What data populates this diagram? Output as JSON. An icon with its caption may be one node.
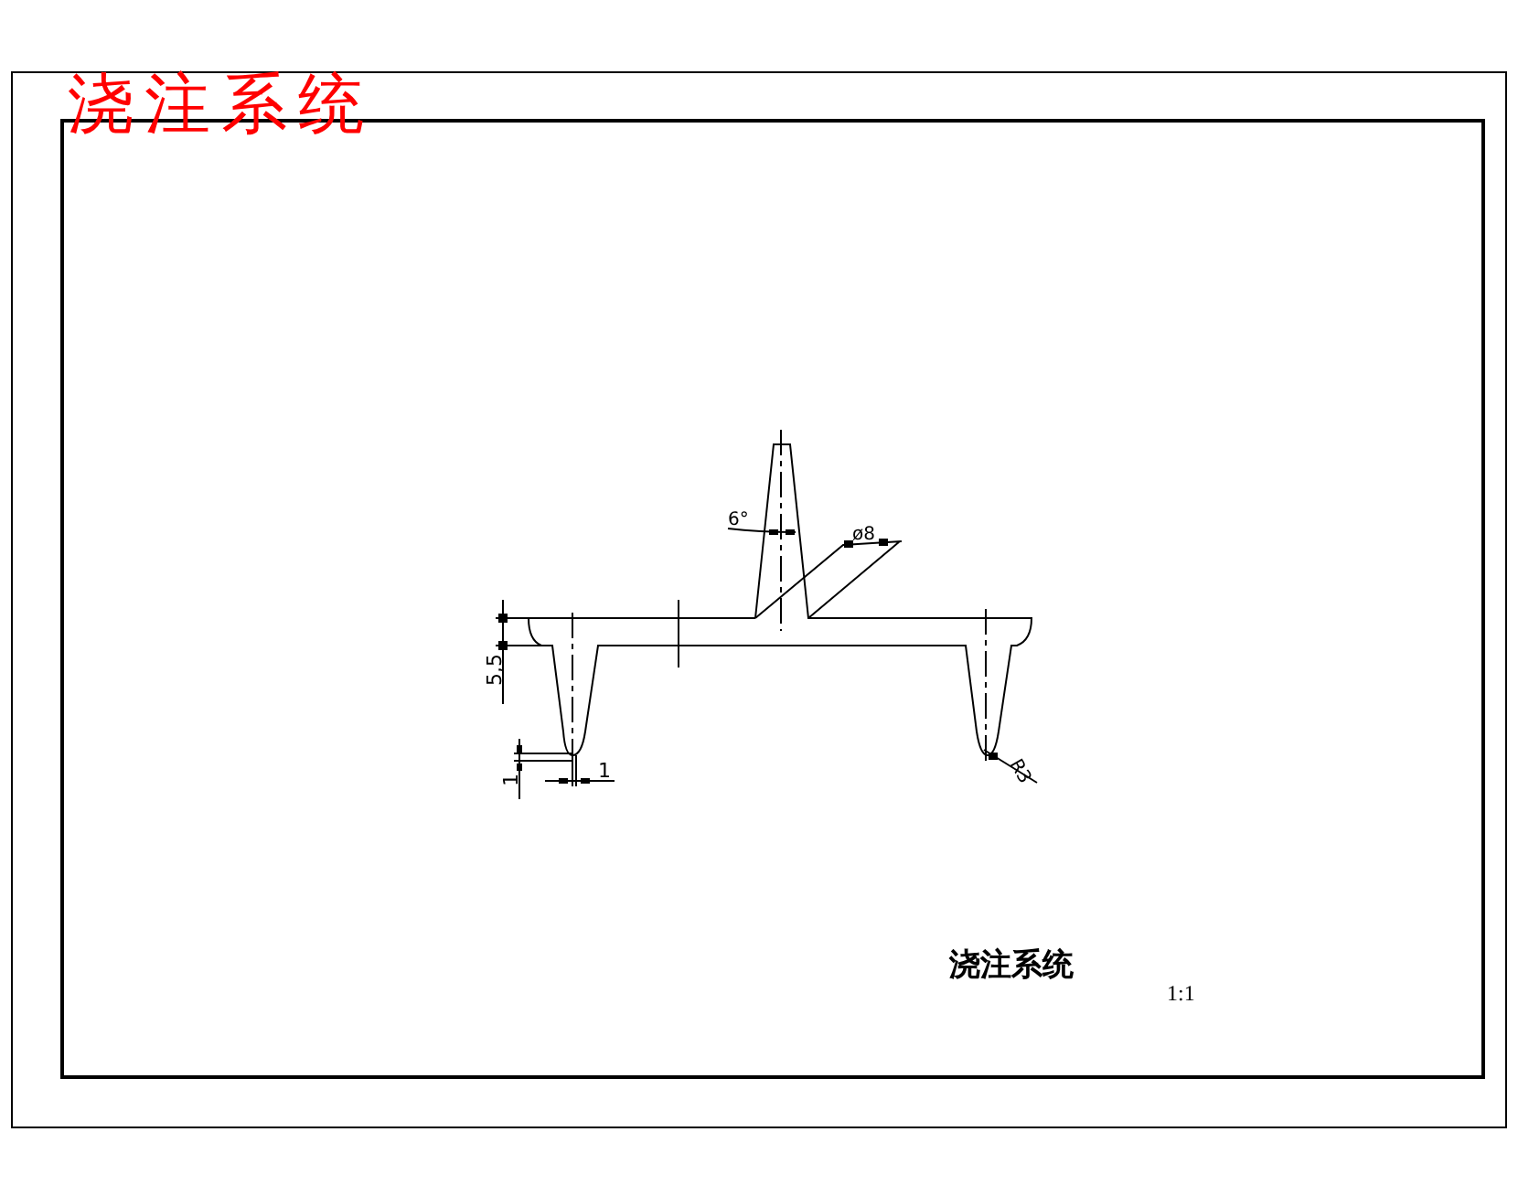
{
  "diagram": {
    "title": "浇注系统",
    "labels": [
      "6°",
      "ø8",
      "5,5",
      "1",
      "1",
      "R3",
      "浇注系统",
      "1:1"
    ]
  }
}
